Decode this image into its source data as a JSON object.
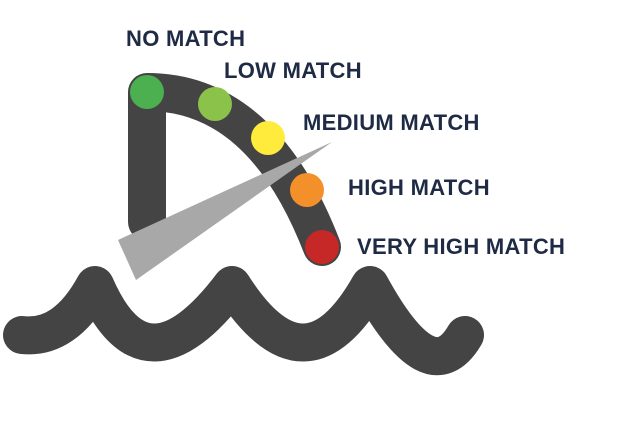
{
  "gauge": {
    "levels": [
      {
        "label": "NO MATCH",
        "color": "#4caf50"
      },
      {
        "label": "LOW MATCH",
        "color": "#8bc34a"
      },
      {
        "label": "MEDIUM MATCH",
        "color": "#ffeb3b"
      },
      {
        "label": "HIGH MATCH",
        "color": "#f4902a"
      },
      {
        "label": "VERY HIGH MATCH",
        "color": "#c62828"
      }
    ],
    "pointer_level": "MEDIUM MATCH"
  },
  "colors": {
    "arm": "#444444",
    "pointer": "#a8a8a8",
    "text": "#1f2a44"
  }
}
